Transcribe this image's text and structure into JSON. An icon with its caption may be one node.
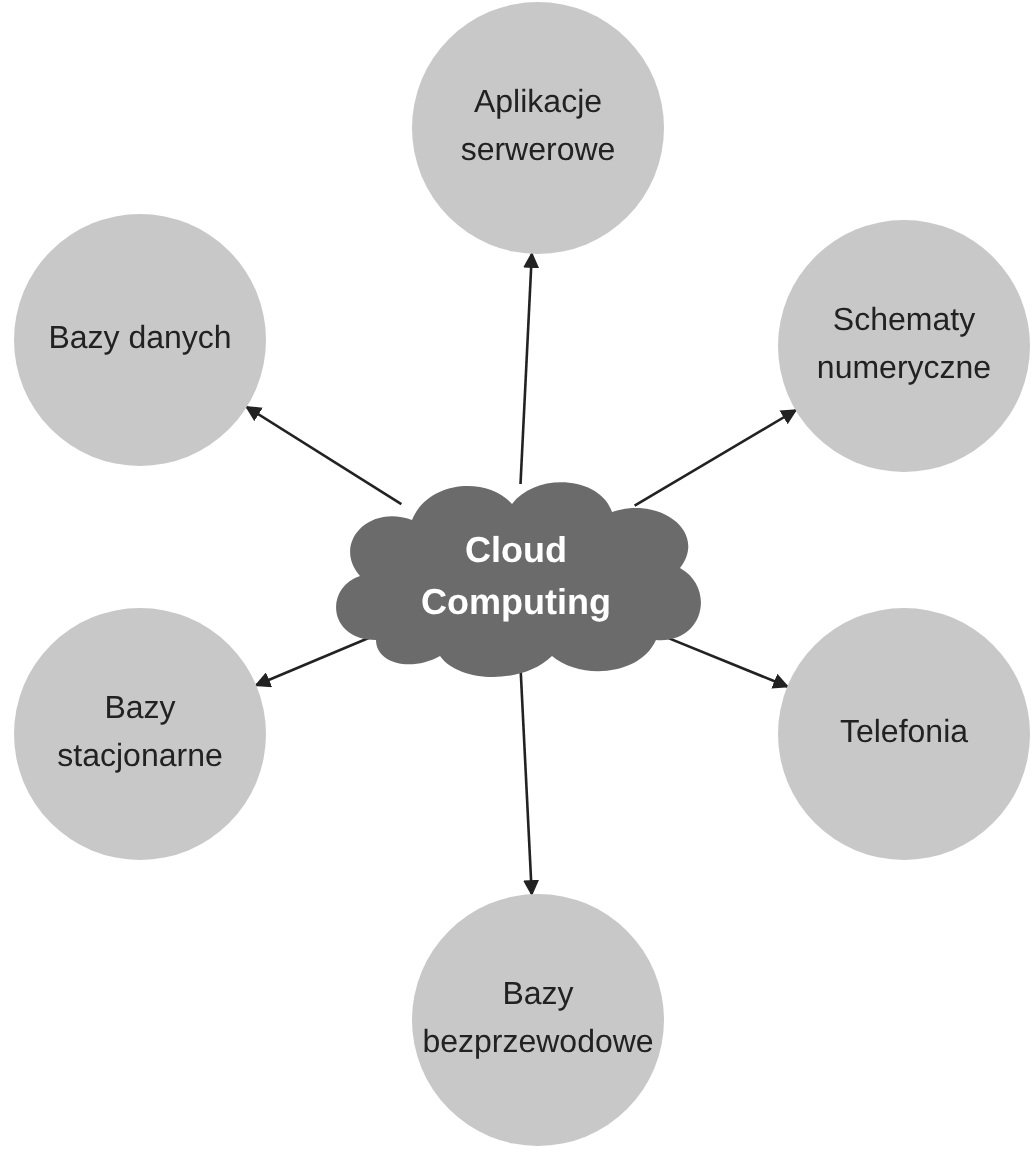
{
  "diagram": {
    "nodes": [
      {
        "text": [
          "Cloud Computing"
        ]
      },
      {
        "text": [
          "Aplikacje serwerowe"
        ]
      },
      {
        "text": [
          "Bazy danych"
        ]
      },
      {
        "text": [
          "Schematy numeryczne"
        ]
      },
      {
        "text": [
          "Bazy stacjonarne"
        ]
      },
      {
        "text": [
          "Telefonia"
        ]
      },
      {
        "text": [
          "Bazy bezprzewodowe"
        ]
      }
    ],
    "edges": [
      {
        "from": 0,
        "to": 1,
        "arrow": "to"
      },
      {
        "from": 0,
        "to": 2,
        "arrow": "to"
      },
      {
        "from": 0,
        "to": 3,
        "arrow": "to"
      },
      {
        "from": 0,
        "to": 4,
        "arrow": "to"
      },
      {
        "from": 0,
        "to": 5,
        "arrow": "to"
      },
      {
        "from": 0,
        "to": 6,
        "arrow": "to"
      }
    ]
  }
}
